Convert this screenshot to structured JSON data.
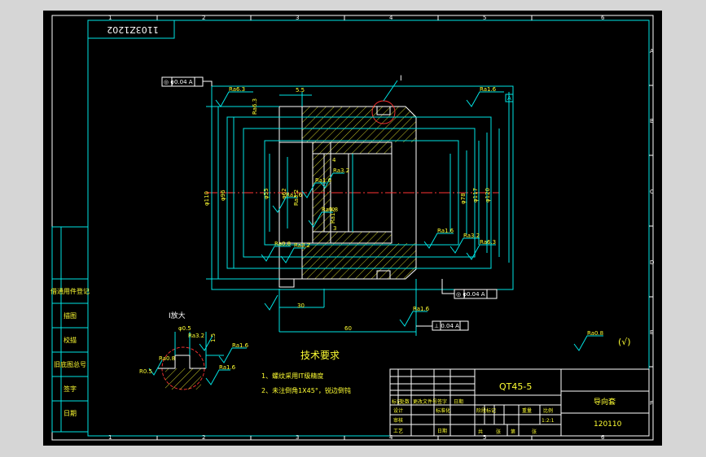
{
  "colors": {
    "background": "#000000",
    "outer_frame": "#d6d6d6",
    "line": "#00e5e5",
    "outline": "#ffffff",
    "dimension": "#ffff33",
    "hatch": "#ffff33",
    "center_line": "#ff3333",
    "section_arc": "#ff3333"
  },
  "border": {
    "columns": [
      "1",
      "2",
      "3",
      "4",
      "5",
      "6"
    ],
    "rows": [
      "A",
      "B",
      "C",
      "D",
      "E",
      "F"
    ]
  },
  "drawing_number_rotated": "1103Z1202",
  "detail": {
    "label": "I",
    "title": "I放大"
  },
  "tech": {
    "title": "技术要求",
    "items": [
      "1、螺纹采用IT级精度",
      "2、未注倒角1X45°，锐边倒钝"
    ]
  },
  "roughness_note": "(√)",
  "title_block": {
    "material": "QT45-5",
    "part_name": "导向套",
    "part_code": "120110",
    "scale": "1:2:1",
    "stage_label": "阶段标记",
    "weight_label": "重量",
    "scale_label": "比例",
    "sheet_labels": [
      "共",
      "张",
      "第",
      "张"
    ],
    "rev_headers": [
      "标记",
      "处数",
      "更改文件号",
      "签字",
      "日期"
    ],
    "roles": [
      "设计",
      "标准化",
      "审核",
      "工艺",
      "日期"
    ]
  },
  "left_strip": [
    "借通用件登记",
    "描图",
    "校描",
    "旧底图总号",
    "签字",
    "日期"
  ],
  "tolerance_frames": [
    "◎ φ0.04 A",
    "◎ φ0.04 A",
    "⊥ 0.04 A"
  ],
  "datum": "A",
  "dims": {
    "top_small": "5.5",
    "bottom_a": "30",
    "bottom_b": "60",
    "left_big": "φ110",
    "left_mid": "φ96",
    "right_a": "φ78",
    "right_b": "φ117",
    "right_c": "φ120",
    "right_d": "φ55",
    "right_e": "φ62",
    "inner_4": "4",
    "inner_3": "3"
  },
  "roughness_marks": [
    "Ra6.3",
    "Ra1.6",
    "Ra0.8",
    "Ra3.2",
    "Ra1.6",
    "Ra3.2",
    "Ra6.3",
    "Ra1.6",
    "Ra0.8",
    "Ra1.6",
    "Ra0.8",
    "Ra1.6",
    "Ra3.2",
    "Ra6.3",
    "Ra3.2",
    "Ra1.6"
  ],
  "detail_dims": [
    "φ0.5",
    "1.5",
    "R0.5",
    "Ra0.8",
    "Ra1.6",
    "Ra3.2",
    "Ra1.6"
  ]
}
